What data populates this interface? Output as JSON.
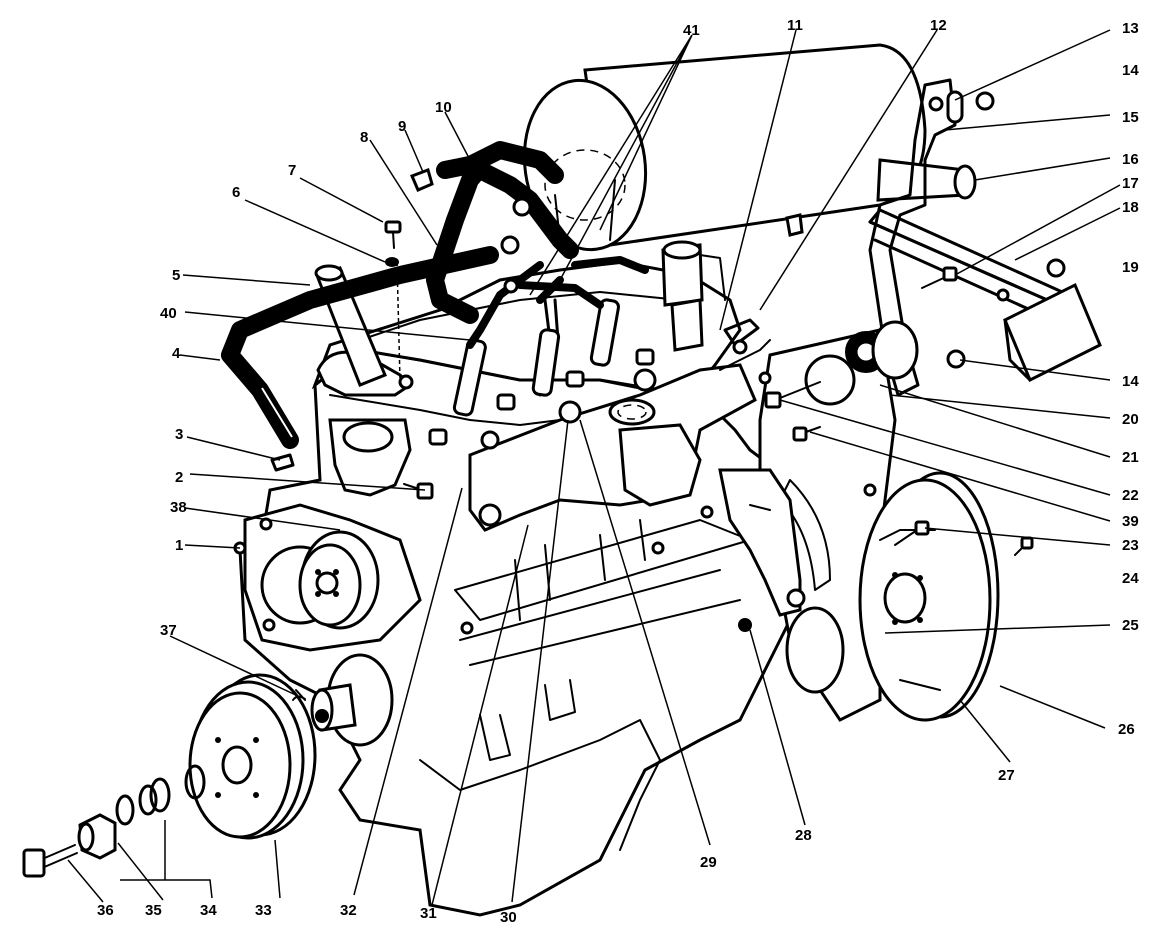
{
  "diagram": {
    "part_numbers": [
      "1",
      "2",
      "3",
      "4",
      "5",
      "6",
      "7",
      "8",
      "9",
      "10",
      "11",
      "12",
      "13",
      "14",
      "15",
      "16",
      "17",
      "18",
      "19",
      "20",
      "21",
      "22",
      "23",
      "24",
      "25",
      "26",
      "27",
      "28",
      "29",
      "30",
      "31",
      "32",
      "33",
      "34",
      "35",
      "36",
      "37",
      "38",
      "39",
      "40",
      "41"
    ],
    "labels": {
      "n1": "1",
      "n2": "2",
      "n3": "3",
      "n4": "4",
      "n5": "5",
      "n6": "6",
      "n7": "7",
      "n8": "8",
      "n9": "9",
      "n10": "10",
      "n11": "11",
      "n12": "12",
      "n13": "13",
      "n14a": "14",
      "n14b": "14",
      "n15": "15",
      "n16": "16",
      "n17": "17",
      "n18": "18",
      "n19": "19",
      "n20": "20",
      "n21": "21",
      "n22": "22",
      "n23": "23",
      "n24": "24",
      "n25": "25",
      "n26": "26",
      "n27": "27",
      "n28": "28",
      "n29": "29",
      "n30": "30",
      "n31": "31",
      "n32": "32",
      "n33": "33",
      "n34": "34",
      "n35": "35",
      "n36": "36",
      "n37": "37",
      "n38": "38",
      "n39": "39",
      "n40": "40",
      "n41": "41"
    },
    "colors": {
      "ink": "#000000",
      "paper": "#ffffff"
    }
  }
}
